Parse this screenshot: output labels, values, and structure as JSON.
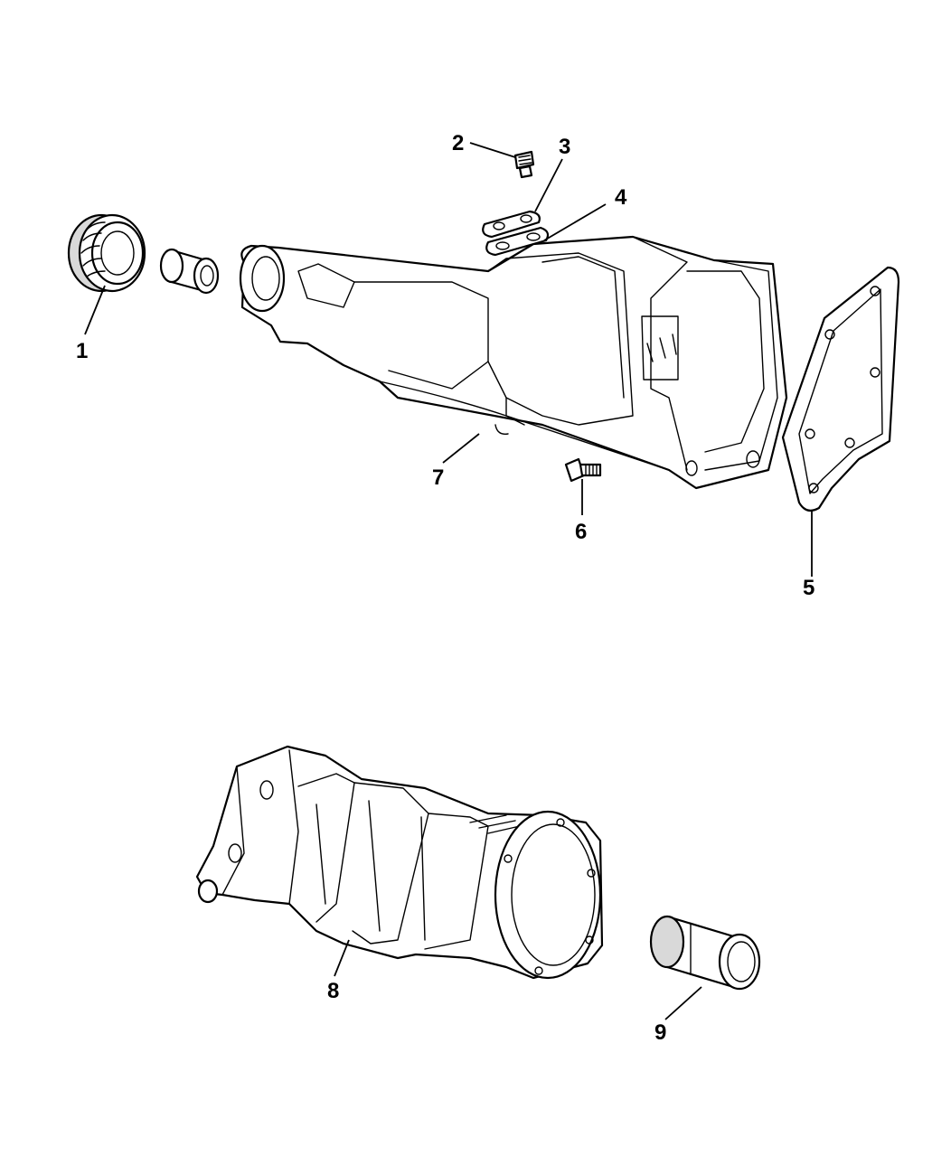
{
  "callouts": {
    "c1": "1",
    "c2": "2",
    "c3": "3",
    "c4": "4",
    "c5": "5",
    "c6": "6",
    "c7": "7",
    "c8": "8",
    "c9": "9"
  },
  "colors": {
    "line": "#000000",
    "background": "#ffffff",
    "shade": "#d9d9d9"
  }
}
